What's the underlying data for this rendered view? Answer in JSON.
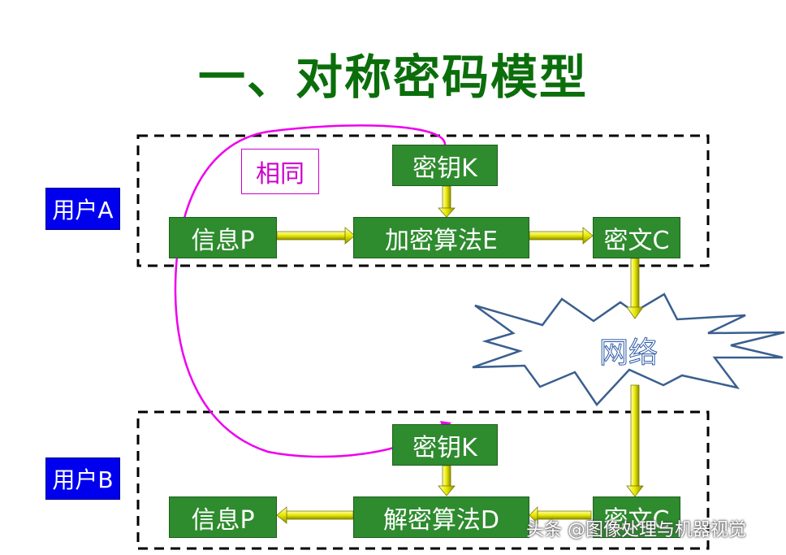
{
  "title": "一、对称密码模型",
  "user_a": "用户A",
  "user_b": "用户B",
  "same_label": "相同",
  "sender": {
    "key": "密钥K",
    "plaintext": "信息P",
    "algorithm": "加密算法E",
    "ciphertext": "密文C"
  },
  "network": "网络",
  "receiver": {
    "key": "密钥K",
    "plaintext": "信息P",
    "algorithm": "解密算法D",
    "ciphertext": "密文C"
  },
  "watermark": "头条 @图像处理与机器视觉",
  "colors": {
    "title": "#0b6e0b",
    "box_fill": "#2e8b2e",
    "user_fill": "#0000ee",
    "arrow_fill": "#e8e800",
    "curve": "#ee00ee",
    "network_outline": "#2b5aa6"
  }
}
